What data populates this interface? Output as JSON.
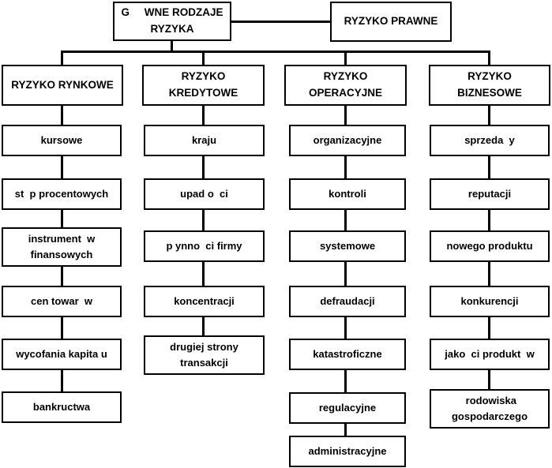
{
  "diagram": {
    "type": "org-chart",
    "colors": {
      "background": "#ffffff",
      "line": "#000000",
      "box_border": "#000000",
      "text": "#000000"
    },
    "root": {
      "label": "G     WNE RODZAJE\nRYZYKA"
    },
    "legal": {
      "label": "RYZYKO PRAWNE"
    },
    "columns": [
      {
        "header": "RYZYKO RYNKOWE",
        "items": [
          "kursowe",
          "st  p procentowych",
          "instrument  w\nfinansowych",
          "cen towar  w",
          "wycofania kapita u",
          "bankructwa"
        ]
      },
      {
        "header": "RYZYKO\nKREDYTOWE",
        "items": [
          "kraju",
          "upad o  ci",
          "p ynno  ci firmy",
          "koncentracji",
          "drugiej strony\ntransakcji"
        ]
      },
      {
        "header": "RYZYKO\nOPERACYJNE",
        "items": [
          "organizacyjne",
          "kontroli",
          "systemowe",
          "defraudacji",
          "katastroficzne",
          "regulacyjne",
          "administracyjne"
        ]
      },
      {
        "header": "RYZYKO\nBIZNESOWE",
        "items": [
          "sprzeda  y",
          "reputacji",
          "nowego produktu",
          "konkurencji",
          "jako  ci produkt  w",
          " rodowiska\ngospodarczego"
        ]
      }
    ]
  }
}
